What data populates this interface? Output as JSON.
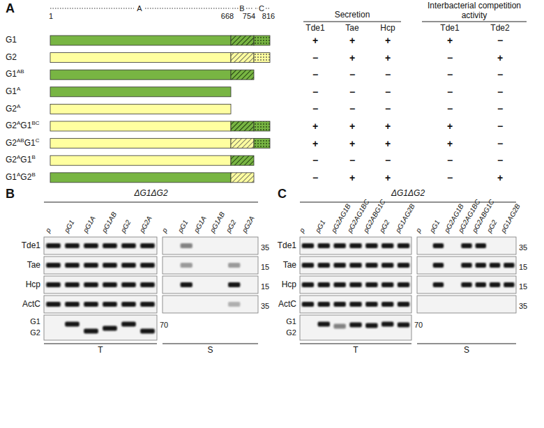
{
  "diagram": {
    "labels": [
      "A",
      "1",
      "668",
      "754",
      "816",
      "A",
      "B",
      "C",
      "Secretion",
      "Interbacterial competition activity",
      "Tde1",
      "Tae",
      "Hcp",
      "Tde1",
      "Tde2",
      "G1",
      "+",
      "+",
      "+",
      "+",
      "−",
      "G2",
      "−",
      "+",
      "+",
      "−",
      "+",
      "G1",
      "AB",
      "−",
      "−",
      "−",
      "−",
      "−",
      "G1",
      "A",
      "−",
      "−",
      "−",
      "−",
      "−",
      "G2",
      "A",
      "−",
      "−",
      "−",
      "−",
      "−",
      "G2",
      "A",
      "G1",
      "BC",
      "+",
      "+",
      "+",
      "+",
      "−",
      "G2",
      "AB",
      "G1",
      "C",
      "+",
      "+",
      "+",
      "+",
      "−",
      "G2",
      "A",
      "G1",
      "B",
      "−",
      "−",
      "−",
      "−",
      "−",
      "G1",
      "A",
      "G2",
      "B",
      "−",
      "+",
      "+",
      "−",
      "+",
      "B",
      "ΔG1ΔG2",
      "p",
      "pG1",
      "pG1A",
      "pG1AB",
      "pG2",
      "pG2A",
      "p",
      "pG1",
      "pG1A",
      "pG1AB",
      "pG2",
      "pG2A",
      "Tde1",
      "Tae",
      "Hcp",
      "ActC",
      "G1",
      "G2",
      "35",
      "15",
      "15",
      "35",
      "70",
      "T",
      "S",
      "C",
      "ΔG1ΔG2",
      "p",
      "pG1",
      "pG2AG1B",
      "pG2AG1BC",
      "pG2ABG1C",
      "pG2",
      "pG1AG2B",
      "p",
      "pG1",
      "pG2AG1B",
      "pG2AG1BC",
      "pG2ABG1C",
      "pG2",
      "pG1AG2B",
      "Tde1",
      "Tae",
      "Hcp",
      "ActC",
      "G1",
      "G2",
      "35",
      "15",
      "15",
      "35",
      "70",
      "T",
      "S"
    ]
  }
}
